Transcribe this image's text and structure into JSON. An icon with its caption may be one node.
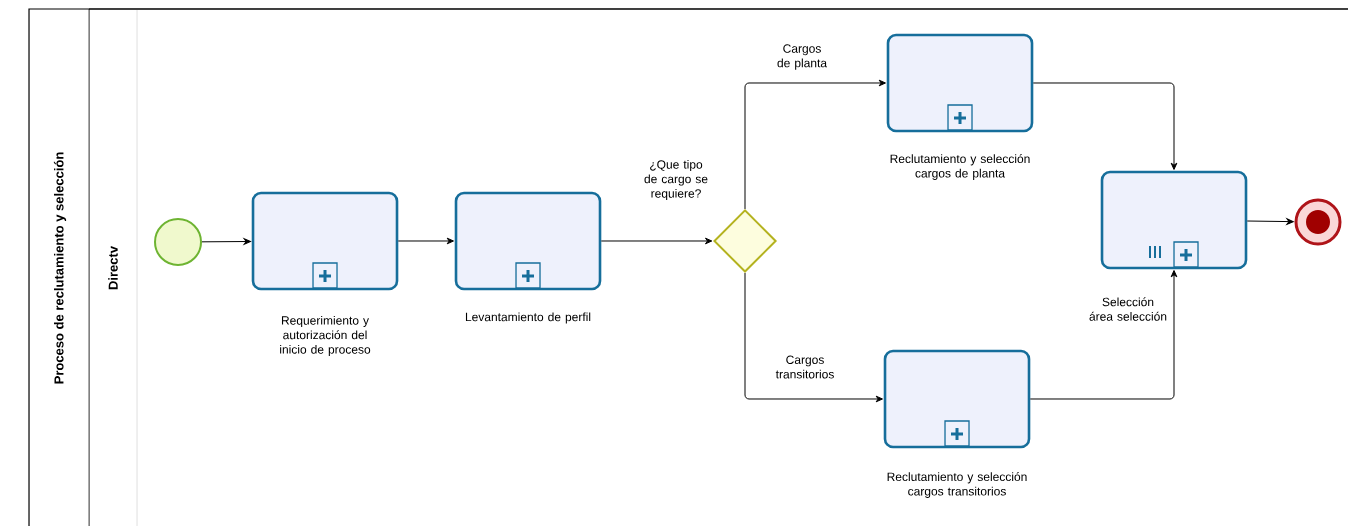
{
  "diagram": {
    "nodes": [
      {
        "text": [
          "Proceso de reclutamiento y selección"
        ]
      },
      {
        "text": [
          "Directv"
        ],
        "in": 0
      },
      {
        "text": [],
        "shape": "circle",
        "in": 1
      },
      {
        "text": [
          "Requerimiento y autorización del inicio de proceso"
        ],
        "in": 1
      },
      {
        "text": [
          "Levantamiento de perfil"
        ],
        "in": 1
      },
      {
        "text": [
          "¿Que tipo de cargo se requiere?"
        ],
        "in": 1
      },
      {
        "text": [
          "Reclutamiento y selección cargos de planta"
        ],
        "in": 1
      },
      {
        "text": [
          "Reclutamiento y selección cargos transitorios"
        ],
        "in": 1
      },
      {
        "text": [
          "Selección área selección"
        ],
        "in": 1
      },
      {
        "text": [],
        "shape": "circle",
        "in": 1
      }
    ],
    "edges": [
      {
        "from": 2,
        "to": 3,
        "arrow": "to"
      },
      {
        "from": 3,
        "to": 4,
        "arrow": "to"
      },
      {
        "from": 4,
        "to": 5,
        "arrow": "to"
      },
      {
        "from": 5,
        "to": 6,
        "arrow": "to",
        "label": "Cargos de planta"
      },
      {
        "from": 5,
        "to": 7,
        "arrow": "to",
        "label": "Cargos transitorios"
      },
      {
        "from": 6,
        "to": 8,
        "arrow": "to"
      },
      {
        "from": 7,
        "to": 8,
        "arrow": "to"
      },
      {
        "from": 8,
        "to": 9,
        "arrow": "to"
      }
    ]
  }
}
